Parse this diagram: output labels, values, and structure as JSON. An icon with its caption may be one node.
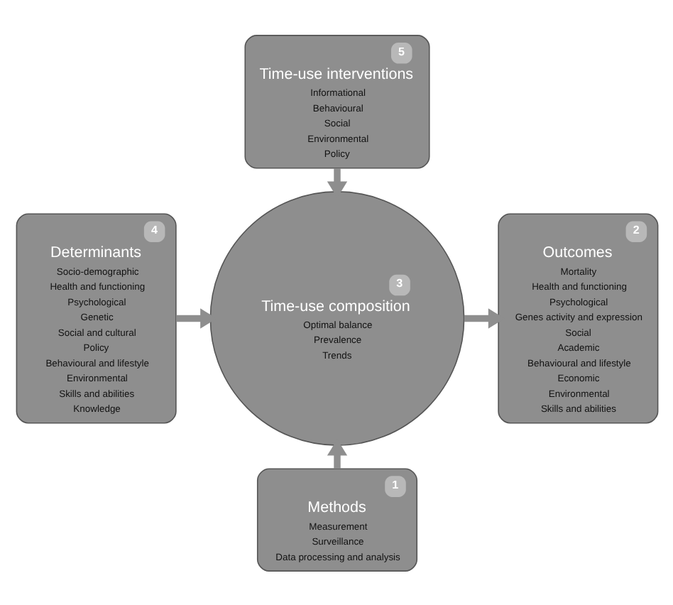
{
  "diagram": {
    "nodes": [
      {
        "text": [
          "5",
          "Time-use interventions",
          "Informational",
          "Behavioural",
          "Social",
          "Environmental",
          "Policy"
        ]
      },
      {
        "text": [
          "4",
          "Determinants",
          "Socio-demographic",
          "Health and functioning",
          "Psychological",
          "Genetic",
          "Social and cultural",
          "Policy",
          "Behavioural and lifestyle",
          "Environmental",
          "Skills and abilities",
          "Knowledge"
        ]
      },
      {
        "text": [
          "3",
          "Time-use composition",
          "Optimal balance",
          "Prevalence",
          "Trends"
        ]
      },
      {
        "text": [
          "2",
          "Outcomes",
          "Mortality",
          "Health and functioning",
          "Psychological",
          "Genes activity and expression",
          "Social",
          "Academic",
          "Behavioural and lifestyle",
          "Economic",
          "Environmental",
          "Skills and abilities"
        ]
      },
      {
        "text": [
          "1",
          "Methods",
          "Measurement",
          "Surveillance",
          "Data processing and analysis"
        ]
      }
    ],
    "edges": [
      {
        "from": 0,
        "to": 2,
        "arrow": "to"
      },
      {
        "from": 1,
        "to": 2,
        "arrow": "to"
      },
      {
        "from": 2,
        "to": 3,
        "arrow": "to"
      },
      {
        "from": 4,
        "to": 2,
        "arrow": "to"
      }
    ]
  }
}
